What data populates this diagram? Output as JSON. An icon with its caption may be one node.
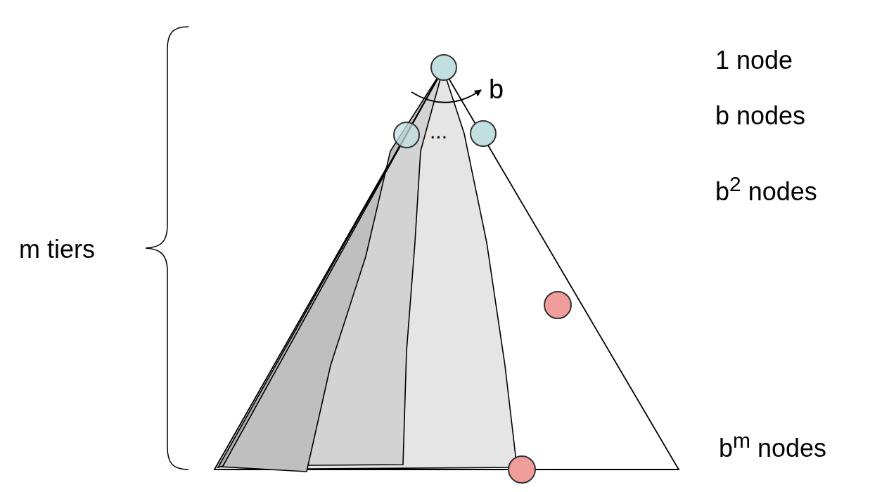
{
  "diagram": {
    "nodes": [
      {
        "text": [],
        "shape": "circle"
      },
      {
        "text": [],
        "shape": "circle"
      },
      {
        "text": [],
        "shape": "circle"
      },
      {
        "text": [],
        "shape": "circle"
      },
      {
        "text": [],
        "shape": "circle"
      }
    ],
    "labels": [
      "1 node",
      "b",
      "b nodes",
      "...",
      "b$^{2}$ nodes",
      "m tiers",
      "b$^{m}$ nodes"
    ]
  }
}
